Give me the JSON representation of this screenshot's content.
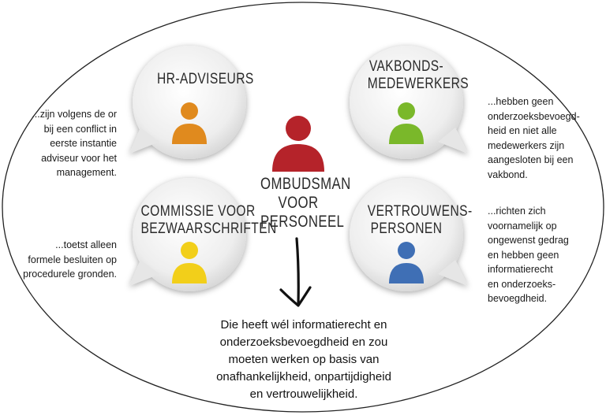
{
  "center": {
    "lines": [
      "OMBUDSMAN",
      "VOOR",
      "PERSONEEL"
    ],
    "person_color": "#b5232a"
  },
  "bubbles": [
    {
      "id": "hr",
      "title_lines": [
        "HR-ADVISEURS"
      ],
      "person_color": "#e08a1e",
      "desc_lines": [
        "...zijn volgens de or",
        "bij een conflict in",
        "eerste instantie",
        "adviseur voor het",
        "management."
      ]
    },
    {
      "id": "vakbond",
      "title_lines": [
        "VAKBONDS-",
        "MEDEWERKERS"
      ],
      "person_color": "#7ab82a",
      "desc_lines": [
        "...hebben geen",
        "onderzoeksbevoegd-",
        "heid en niet alle",
        "medewerkers zijn",
        "aangesloten bij een",
        "vakbond."
      ]
    },
    {
      "id": "commissie",
      "title_lines": [
        "COMMISSIE VOOR",
        "BEZWAARSCHRIFTEN"
      ],
      "person_color": "#f2cf1a",
      "desc_lines": [
        "...toetst alleen",
        "formele besluiten op",
        "procedurele gronden."
      ]
    },
    {
      "id": "vertrouwens",
      "title_lines": [
        "VERTROUWENS-",
        "PERSONEN"
      ],
      "person_color": "#3f6fb5",
      "desc_lines": [
        "...richten zich",
        "voornamelijk op",
        "ongewenst gedrag",
        "en hebben geen",
        "informatierecht",
        "en onderzoeks-",
        "bevoegdheid."
      ]
    }
  ],
  "conclusion_lines": [
    "Die heeft wél informatierecht en",
    "onderzoeksbevoegdheid en zou",
    "moeten werken op basis van",
    "onafhankelijkheid, onpartijdigheid",
    "en vertrouwelijkheid."
  ]
}
